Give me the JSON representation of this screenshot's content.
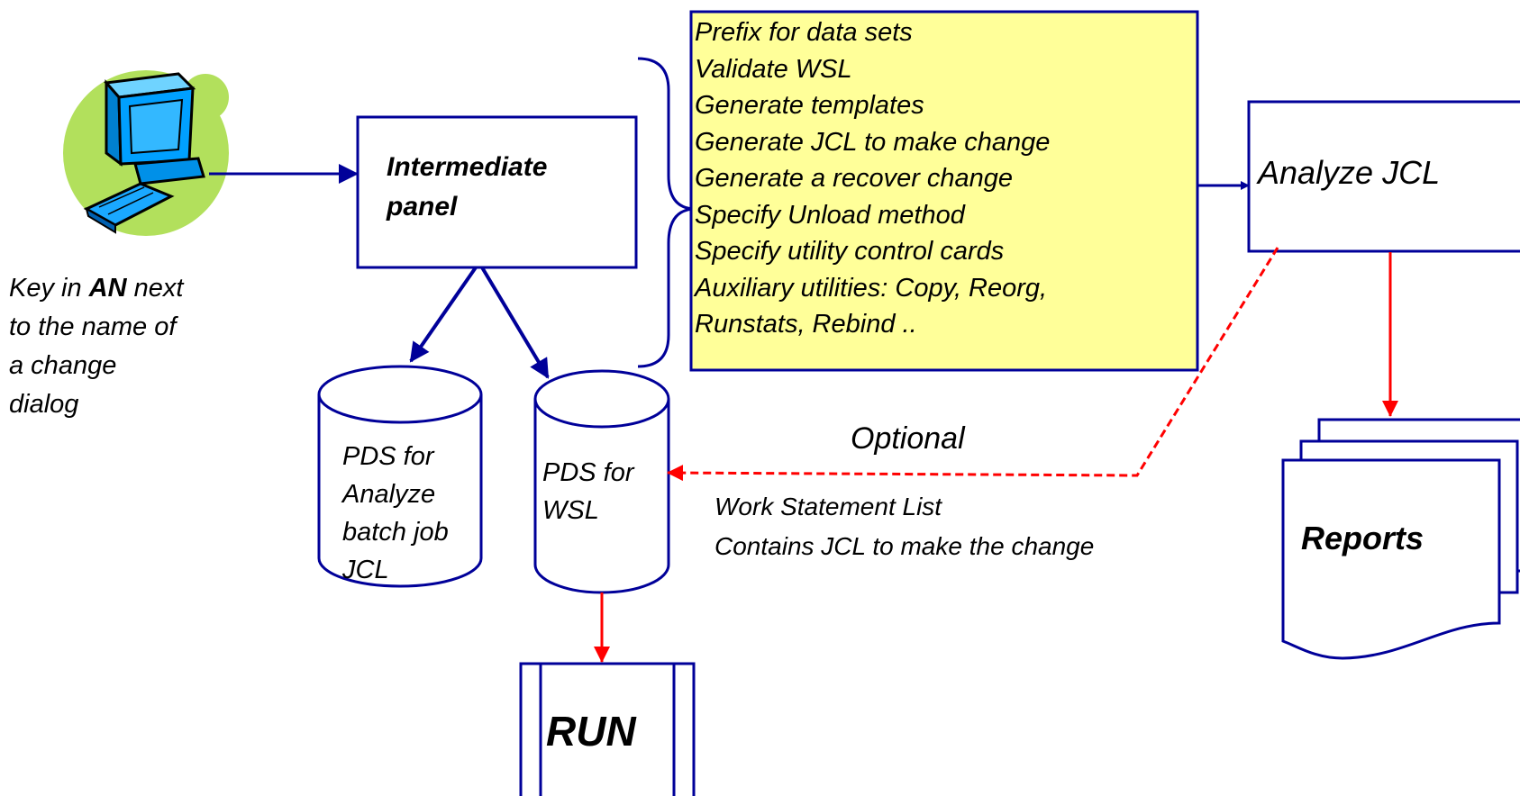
{
  "user_note": {
    "lines": [
      {
        "pre": "Key in ",
        "bold": "AN",
        "post": " next"
      },
      {
        "pre": "to the name of",
        "bold": "",
        "post": ""
      },
      {
        "pre": "a change",
        "bold": "",
        "post": ""
      },
      {
        "pre": "dialog",
        "bold": "",
        "post": ""
      }
    ]
  },
  "intermediate_panel": {
    "lines": [
      "Intermediate",
      "panel"
    ]
  },
  "options_list": {
    "items": [
      "Prefix for data sets",
      "Validate WSL",
      "Generate templates",
      "Generate JCL to make change",
      "Generate a recover change",
      "Specify Unload method",
      "Specify utility control cards",
      "Auxiliary utilities: Copy, Reorg,",
      "Runstats, Rebind .."
    ]
  },
  "analyze_jcl": {
    "label": "Analyze JCL"
  },
  "pds_analyze": {
    "lines": [
      "PDS for",
      "Analyze",
      "batch job",
      "JCL"
    ]
  },
  "pds_wsl": {
    "lines": [
      "PDS for",
      "WSL"
    ]
  },
  "optional_label": "Optional",
  "wsl_description": {
    "lines": [
      "Work Statement List",
      "Contains JCL to make the change"
    ]
  },
  "reports": {
    "label": "Reports"
  },
  "run": {
    "label": "RUN"
  },
  "colors": {
    "navy": "#000099",
    "red": "#ff0000",
    "note_fill": "#ffff99",
    "monitor_blue": "#00a0ff",
    "halo_green": "#b2e05c"
  }
}
